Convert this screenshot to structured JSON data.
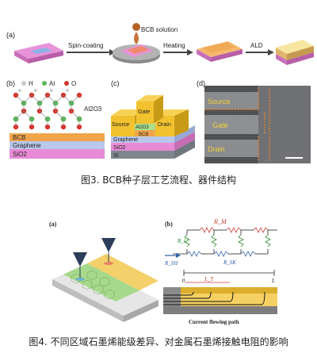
{
  "figure3": {
    "panel_a": {
      "label": "(a)",
      "bcb_solution": "BCB solution",
      "step1": "Spin-coating",
      "step2": "Heating",
      "step3": "ALD"
    },
    "panel_b": {
      "label": "(b)",
      "legend": {
        "h": "H",
        "al": "Al",
        "o": "O"
      },
      "al2o3": "Al2O3",
      "layers": [
        "BCB",
        "Graphene",
        "SiO2"
      ]
    },
    "panel_c": {
      "label": "(c)",
      "gate": "Gate",
      "source": "Source",
      "al2o3": "Al2O3",
      "bcb": "BCB",
      "drain": "Drain",
      "layers": [
        "Graphene",
        "SiO2",
        "Si"
      ]
    },
    "panel_d": {
      "label": "(d)",
      "source": "Source",
      "gate": "Gate",
      "drain": "Drain"
    },
    "caption": "图3. BCB种子层工艺流程、器件结构"
  },
  "figure4": {
    "panel_a": {
      "label": "(a)"
    },
    "panel_b": {
      "label": "(b)",
      "rm": "R_M",
      "rc": "R_C",
      "rsk": "R_SK",
      "rsh": "R_SH",
      "lt": "L_T",
      "zero": "0",
      "l": "L",
      "flowing_path": "Current flowing path"
    },
    "caption": "图4. 不同区域石墨烯能级差异、对金属石墨烯接触电阻的影响"
  },
  "colors": {
    "bcb_orange": "#f0a54a",
    "graphene_blue": "#b9c7ea",
    "sio2_pink": "#e88bd6",
    "si_gray": "#9aa0a8",
    "gold": "#f2c12e",
    "substrate_green": "#a7d98c"
  }
}
